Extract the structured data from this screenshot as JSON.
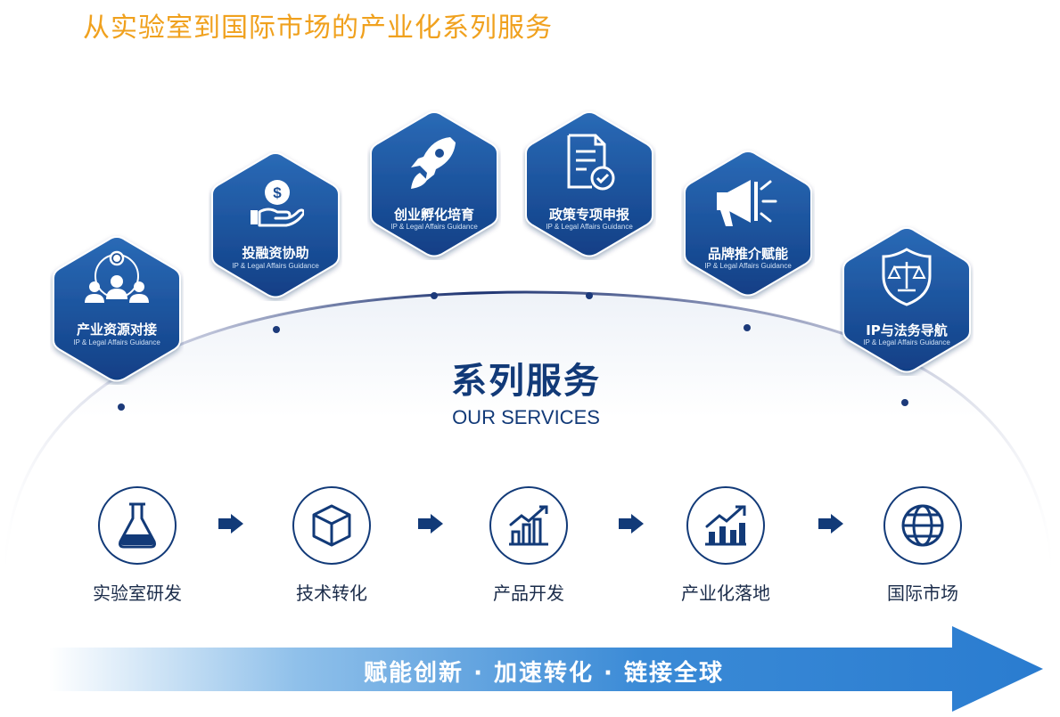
{
  "page_title": "从实验室到国际市场的产业化系列服务",
  "center": {
    "title": "系列服务",
    "subtitle": "OUR SERVICES"
  },
  "hexes": [
    {
      "label": "产业资源对接",
      "sub": "IP & Legal Affairs Guidance",
      "icon": "people-network-icon"
    },
    {
      "label": "投融资协助",
      "sub": "IP & Legal Affairs Guidance",
      "icon": "hand-coin-icon"
    },
    {
      "label": "创业孵化培育",
      "sub": "IP & Legal Affairs Guidance",
      "icon": "rocket-icon"
    },
    {
      "label": "政策专项申报",
      "sub": "IP & Legal Affairs Guidance",
      "icon": "document-check-icon"
    },
    {
      "label": "品牌推介赋能",
      "sub": "IP & Legal Affairs Guidance",
      "icon": "megaphone-icon"
    },
    {
      "label": "IP与法务导航",
      "sub": "IP & Legal Affairs Guidance",
      "icon": "shield-scale-icon"
    }
  ],
  "steps": [
    {
      "label": "实验室研发",
      "icon": "flask-icon"
    },
    {
      "label": "技术转化",
      "icon": "cube-icon"
    },
    {
      "label": "产品开发",
      "icon": "bar-chart-icon"
    },
    {
      "label": "产业化落地",
      "icon": "growth-chart-icon"
    },
    {
      "label": "国际市场",
      "icon": "globe-icon"
    }
  ],
  "banner": {
    "text": "赋能创新 · 加速转化 · 链接全球"
  },
  "colors": {
    "title_orange": "#f0a11e",
    "hex_blue": "#1a4f96",
    "navy": "#123a78",
    "arrow_blue": "#2f7fd0"
  }
}
